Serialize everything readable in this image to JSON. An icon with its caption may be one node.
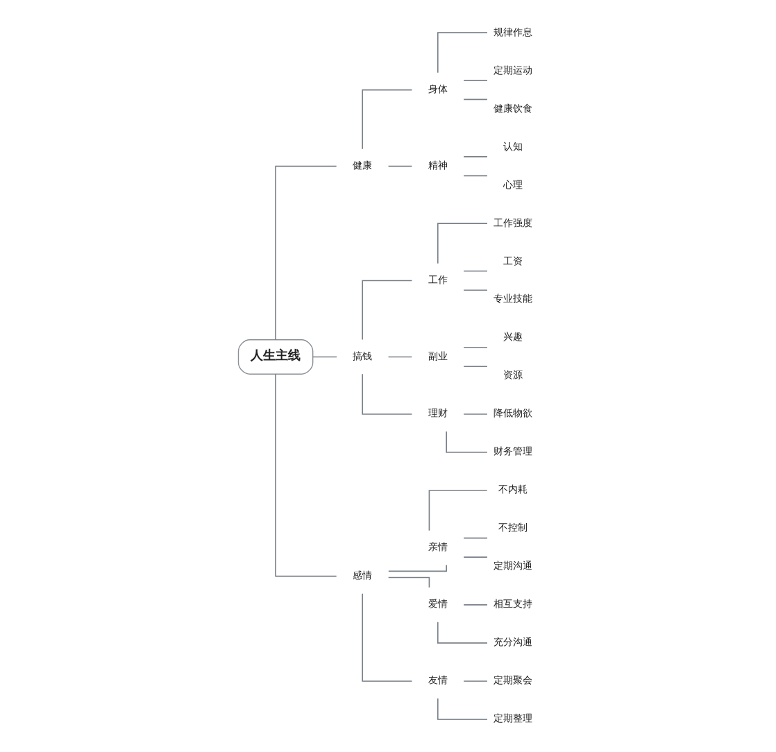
{
  "diagram": {
    "nodes": [
      {
        "text": [
          "人生主线"
        ]
      },
      {
        "text": [
          "健康"
        ]
      },
      {
        "text": [
          "身体"
        ]
      },
      {
        "text": [
          "规律作息"
        ]
      },
      {
        "text": [
          "定期运动"
        ]
      },
      {
        "text": [
          "健康饮食"
        ]
      },
      {
        "text": [
          "精神"
        ]
      },
      {
        "text": [
          "认知"
        ]
      },
      {
        "text": [
          "心理"
        ]
      },
      {
        "text": [
          "搞钱"
        ]
      },
      {
        "text": [
          "工作"
        ]
      },
      {
        "text": [
          "工作强度"
        ]
      },
      {
        "text": [
          "工资"
        ]
      },
      {
        "text": [
          "专业技能"
        ]
      },
      {
        "text": [
          "副业"
        ]
      },
      {
        "text": [
          "兴趣"
        ]
      },
      {
        "text": [
          "资源"
        ]
      },
      {
        "text": [
          "理财"
        ]
      },
      {
        "text": [
          "降低物欲"
        ]
      },
      {
        "text": [
          "财务管理"
        ]
      },
      {
        "text": [
          "感情"
        ]
      },
      {
        "text": [
          "亲情"
        ]
      },
      {
        "text": [
          "不内耗"
        ]
      },
      {
        "text": [
          "不控制"
        ]
      },
      {
        "text": [
          "定期沟通"
        ]
      },
      {
        "text": [
          "爱情"
        ]
      },
      {
        "text": [
          "相互支持"
        ]
      },
      {
        "text": [
          "充分沟通"
        ]
      },
      {
        "text": [
          "友情"
        ]
      },
      {
        "text": [
          "定期聚会"
        ]
      },
      {
        "text": [
          "定期整理"
        ]
      }
    ],
    "edges": [
      {
        "from": 0,
        "to": 1,
        "arrow": "none"
      },
      {
        "from": 1,
        "to": 2,
        "arrow": "none"
      },
      {
        "from": 2,
        "to": 3,
        "arrow": "none"
      },
      {
        "from": 2,
        "to": 4,
        "arrow": "none"
      },
      {
        "from": 2,
        "to": 5,
        "arrow": "none"
      },
      {
        "from": 1,
        "to": 6,
        "arrow": "none"
      },
      {
        "from": 6,
        "to": 7,
        "arrow": "none"
      },
      {
        "from": 6,
        "to": 8,
        "arrow": "none"
      },
      {
        "from": 0,
        "to": 9,
        "arrow": "none"
      },
      {
        "from": 9,
        "to": 10,
        "arrow": "none"
      },
      {
        "from": 10,
        "to": 11,
        "arrow": "none"
      },
      {
        "from": 10,
        "to": 12,
        "arrow": "none"
      },
      {
        "from": 10,
        "to": 13,
        "arrow": "none"
      },
      {
        "from": 9,
        "to": 14,
        "arrow": "none"
      },
      {
        "from": 14,
        "to": 15,
        "arrow": "none"
      },
      {
        "from": 14,
        "to": 16,
        "arrow": "none"
      },
      {
        "from": 9,
        "to": 17,
        "arrow": "none"
      },
      {
        "from": 17,
        "to": 18,
        "arrow": "none"
      },
      {
        "from": 17,
        "to": 19,
        "arrow": "none"
      },
      {
        "from": 0,
        "to": 20,
        "arrow": "none"
      },
      {
        "from": 20,
        "to": 21,
        "arrow": "none"
      },
      {
        "from": 21,
        "to": 22,
        "arrow": "none"
      },
      {
        "from": 21,
        "to": 23,
        "arrow": "none"
      },
      {
        "from": 21,
        "to": 24,
        "arrow": "none"
      },
      {
        "from": 20,
        "to": 25,
        "arrow": "none"
      },
      {
        "from": 25,
        "to": 26,
        "arrow": "none"
      },
      {
        "from": 25,
        "to": 27,
        "arrow": "none"
      },
      {
        "from": 20,
        "to": 28,
        "arrow": "none"
      },
      {
        "from": 28,
        "to": 29,
        "arrow": "none"
      },
      {
        "from": 28,
        "to": 30,
        "arrow": "none"
      }
    ]
  }
}
